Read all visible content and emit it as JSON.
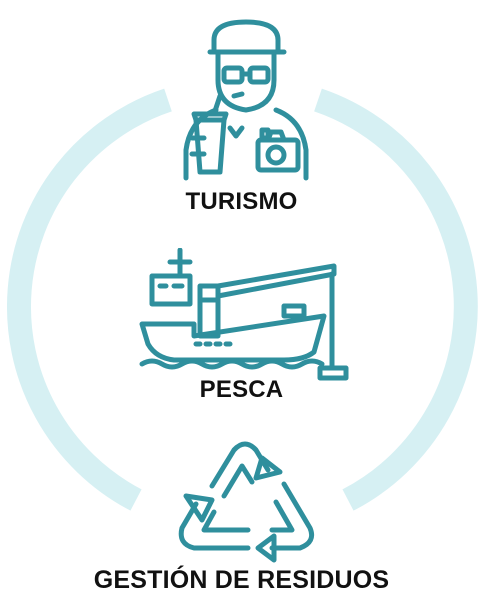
{
  "colors": {
    "icon_stroke": "#2f8f9d",
    "ring": "#d6f0f3",
    "label_text": "#111111"
  },
  "items": [
    {
      "label": "TURISMO",
      "icon": "tourist-icon"
    },
    {
      "label": "PESCA",
      "icon": "fishing-boat-icon"
    },
    {
      "label": "GESTIÓN DE RESIDUOS",
      "icon": "recycle-icon"
    }
  ]
}
